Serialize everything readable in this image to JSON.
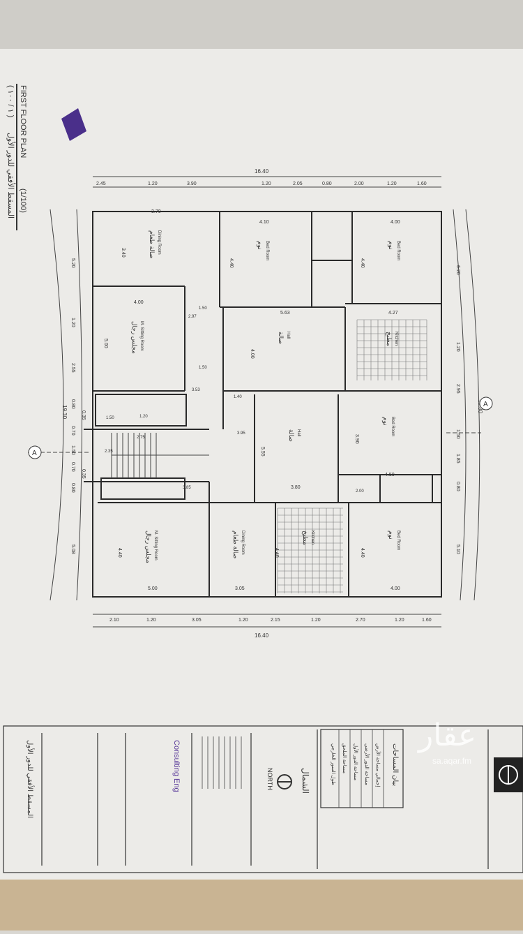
{
  "sheet": {
    "title_en": "FIRST FLOOR PLAN",
    "scale": "(1/100)",
    "title_ar": "المسقط الأفقي للدور الأول",
    "scale_ar": "( ١ / ١٠٠ )"
  },
  "dimensions": {
    "overall_width": "16.40",
    "overall_depth": "19.30",
    "top": [
      "2.45",
      "1.20",
      "3.90",
      "1.20",
      "2.05",
      "0.80",
      "2.00",
      "1.20",
      "1.60"
    ],
    "bottom": [
      "2.10",
      "1.20",
      "3.05",
      "1.20",
      "2.15",
      "1.20",
      "2.70",
      "1.20",
      "1.60"
    ],
    "left": [
      "5.20",
      "1.20",
      "2.55",
      "0.80",
      "0.35",
      "0.70",
      "1.50",
      "0.70",
      "0.35",
      "0.80",
      "5.08"
    ],
    "right": [
      "6.20",
      "1.20",
      "2.95",
      "1.50",
      "1.85",
      "0.80",
      "5.10"
    ]
  },
  "rooms": [
    {
      "en": "Dining Room",
      "ar": "صالة طعام",
      "w": "3.70",
      "d": "3.40"
    },
    {
      "en": "Bed Room",
      "ar": "نوم",
      "w": "4.10",
      "d": "4.40"
    },
    {
      "en": "Bed Room",
      "ar": "نوم",
      "w": "4.00",
      "d": "4.40"
    },
    {
      "en": "M. Sitting Room",
      "ar": "مجلس رجال",
      "w": "4.00",
      "d": "5.00"
    },
    {
      "en": "Hall",
      "ar": "صالة",
      "w": "5.63",
      "d": "4.00"
    },
    {
      "en": "Kitchen",
      "ar": "مطبخ",
      "w": "4.27",
      "d": ""
    },
    {
      "en": "Hall",
      "ar": "صالة",
      "w": "3.80",
      "d": "5.55"
    },
    {
      "en": "Bed Room",
      "ar": "نوم",
      "w": "4.50",
      "d": "3.90"
    },
    {
      "en": "M. Sitting Room",
      "ar": "مجلس رجال",
      "w": "5.00",
      "d": "4.40"
    },
    {
      "en": "Dining Room",
      "ar": "صالة طعام",
      "w": "3.05",
      "d": ""
    },
    {
      "en": "Kitchen",
      "ar": "مطبخ",
      "w": "",
      "d": "4.40"
    },
    {
      "en": "Bed Room",
      "ar": "نوم",
      "w": "4.00",
      "d": "4.40"
    }
  ],
  "misc_dims": [
    "1.50",
    "2.97",
    "1.50",
    "3.53",
    "1.40",
    "3.95",
    "2.75",
    "2.35",
    "1.20",
    "2.00",
    "3.85",
    "1.50"
  ],
  "section_marker": "A",
  "title_block": {
    "north_en": "NORTH",
    "north_ar": "الشمال",
    "areas_heading": "بيان المساحات",
    "areas_rows": [
      "إجمالي مساحة الأرض",
      "مساحة الدور الأرضي",
      "مساحة الدور الأول",
      "مساحة الملحق",
      "طول السور الخارجي"
    ],
    "stamp_text": "Consulting Eng",
    "sheet_title_ar": "المسقط الأفقي للدور الأول"
  },
  "watermark": {
    "ar": "عقار",
    "en": "sa.aqar.fm"
  },
  "colors": {
    "paper": "#ecebe8",
    "line": "#3a3a3a",
    "wall": "#1e1e1e",
    "stamp": "#5a3a9a",
    "background": "#d9d7d2"
  }
}
